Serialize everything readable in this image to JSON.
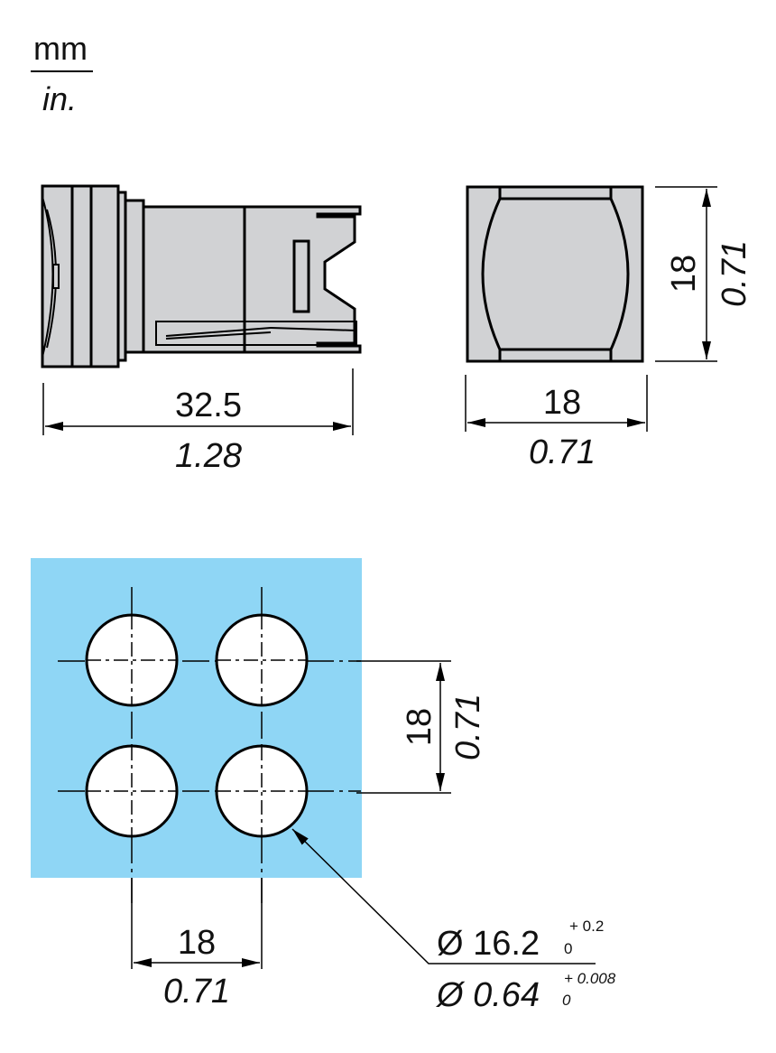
{
  "units": {
    "top": "mm",
    "bottom": "in."
  },
  "colors": {
    "body_fill": "#d1d2d4",
    "panel_fill": "#8fd6f5",
    "stroke": "#000000"
  },
  "side_view": {
    "length_mm": "32.5",
    "length_in": "1.28"
  },
  "front_view": {
    "width_mm": "18",
    "width_in": "0.71",
    "height_mm": "18",
    "height_in": "0.71"
  },
  "panel_cutout": {
    "hole_count": 4,
    "pitch_vertical_mm": "18",
    "pitch_vertical_in": "0.71",
    "pitch_horizontal_mm": "18",
    "pitch_horizontal_in": "0.71",
    "hole_diameter_mm": "Ø 16.2",
    "hole_tol_mm_upper": "+ 0.2",
    "hole_tol_mm_lower": "0",
    "hole_diameter_in": "Ø 0.64",
    "hole_tol_in_upper": "+ 0.008",
    "hole_tol_in_lower": "0"
  }
}
